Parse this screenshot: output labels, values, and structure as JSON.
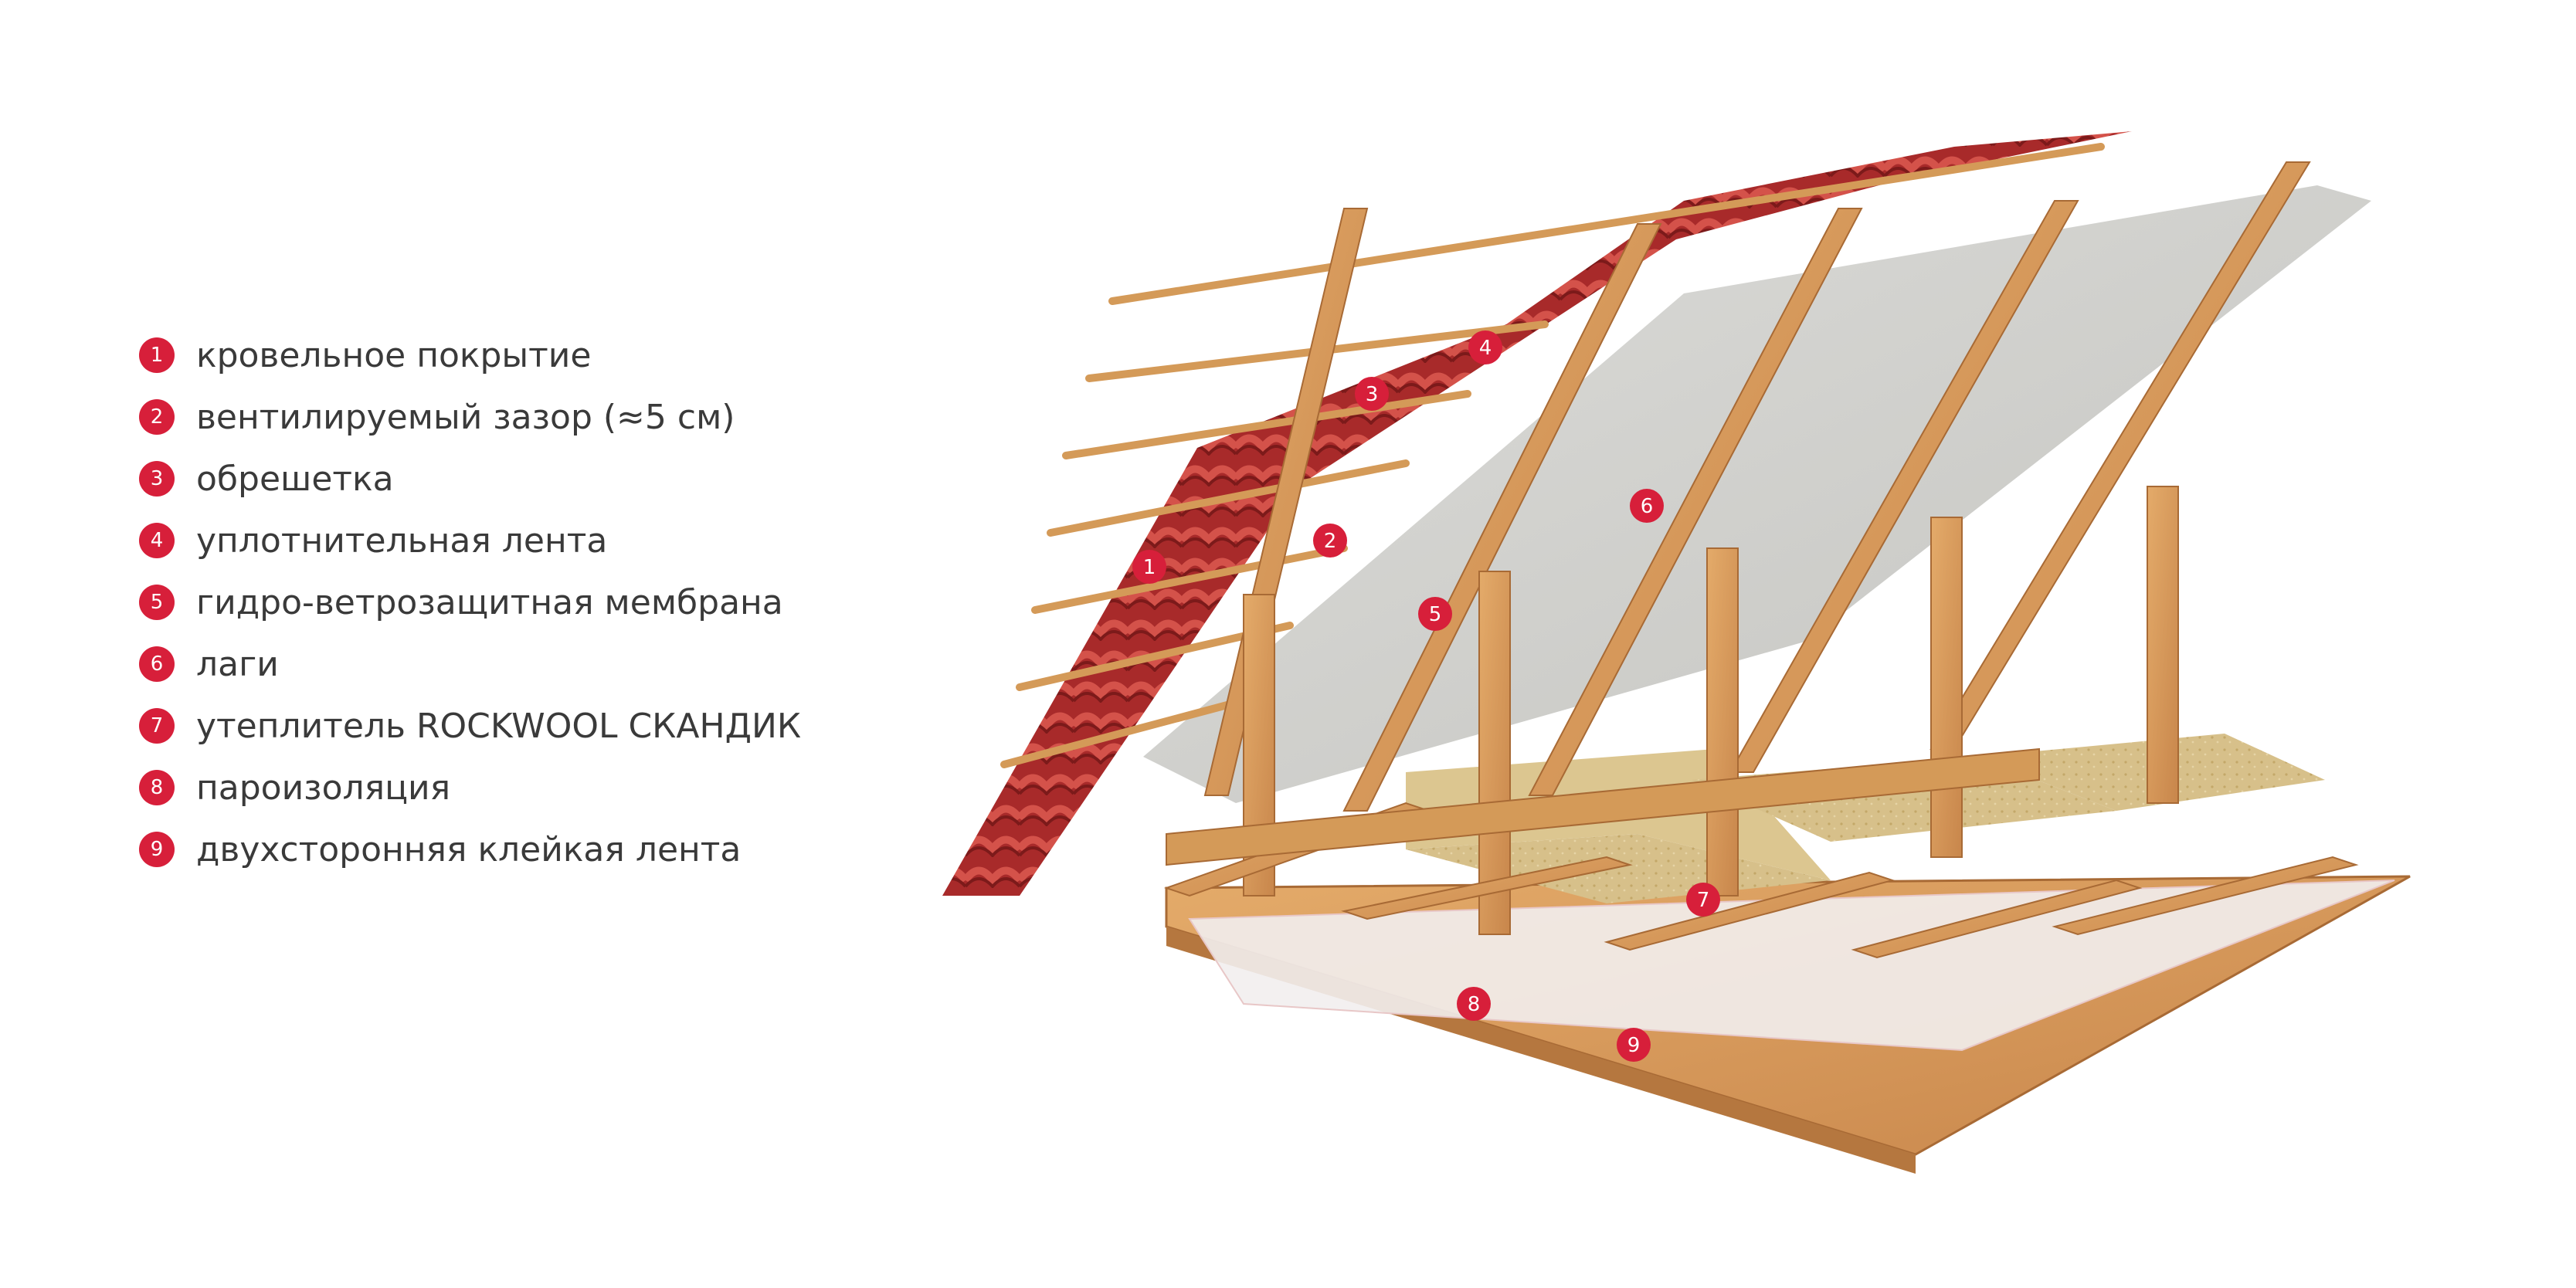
{
  "accent_color": "#d71f3a",
  "legend": [
    {
      "number": "1",
      "label": "кровельное покрытие"
    },
    {
      "number": "2",
      "label": "вентилируемый зазор (≈5 см)"
    },
    {
      "number": "3",
      "label": "обрешетка"
    },
    {
      "number": "4",
      "label": "уплотнительная лента"
    },
    {
      "number": "5",
      "label": "гидро-ветрозащитная мембрана"
    },
    {
      "number": "6",
      "label": "лаги"
    },
    {
      "number": "7",
      "label": "утеплитель ROCKWOOL СКАНДИК"
    },
    {
      "number": "8",
      "label": "пароизоляция"
    },
    {
      "number": "9",
      "label": "двухсторонняя клейкая лента"
    }
  ],
  "callouts": [
    "1",
    "2",
    "3",
    "4",
    "5",
    "6",
    "7",
    "8",
    "9"
  ]
}
